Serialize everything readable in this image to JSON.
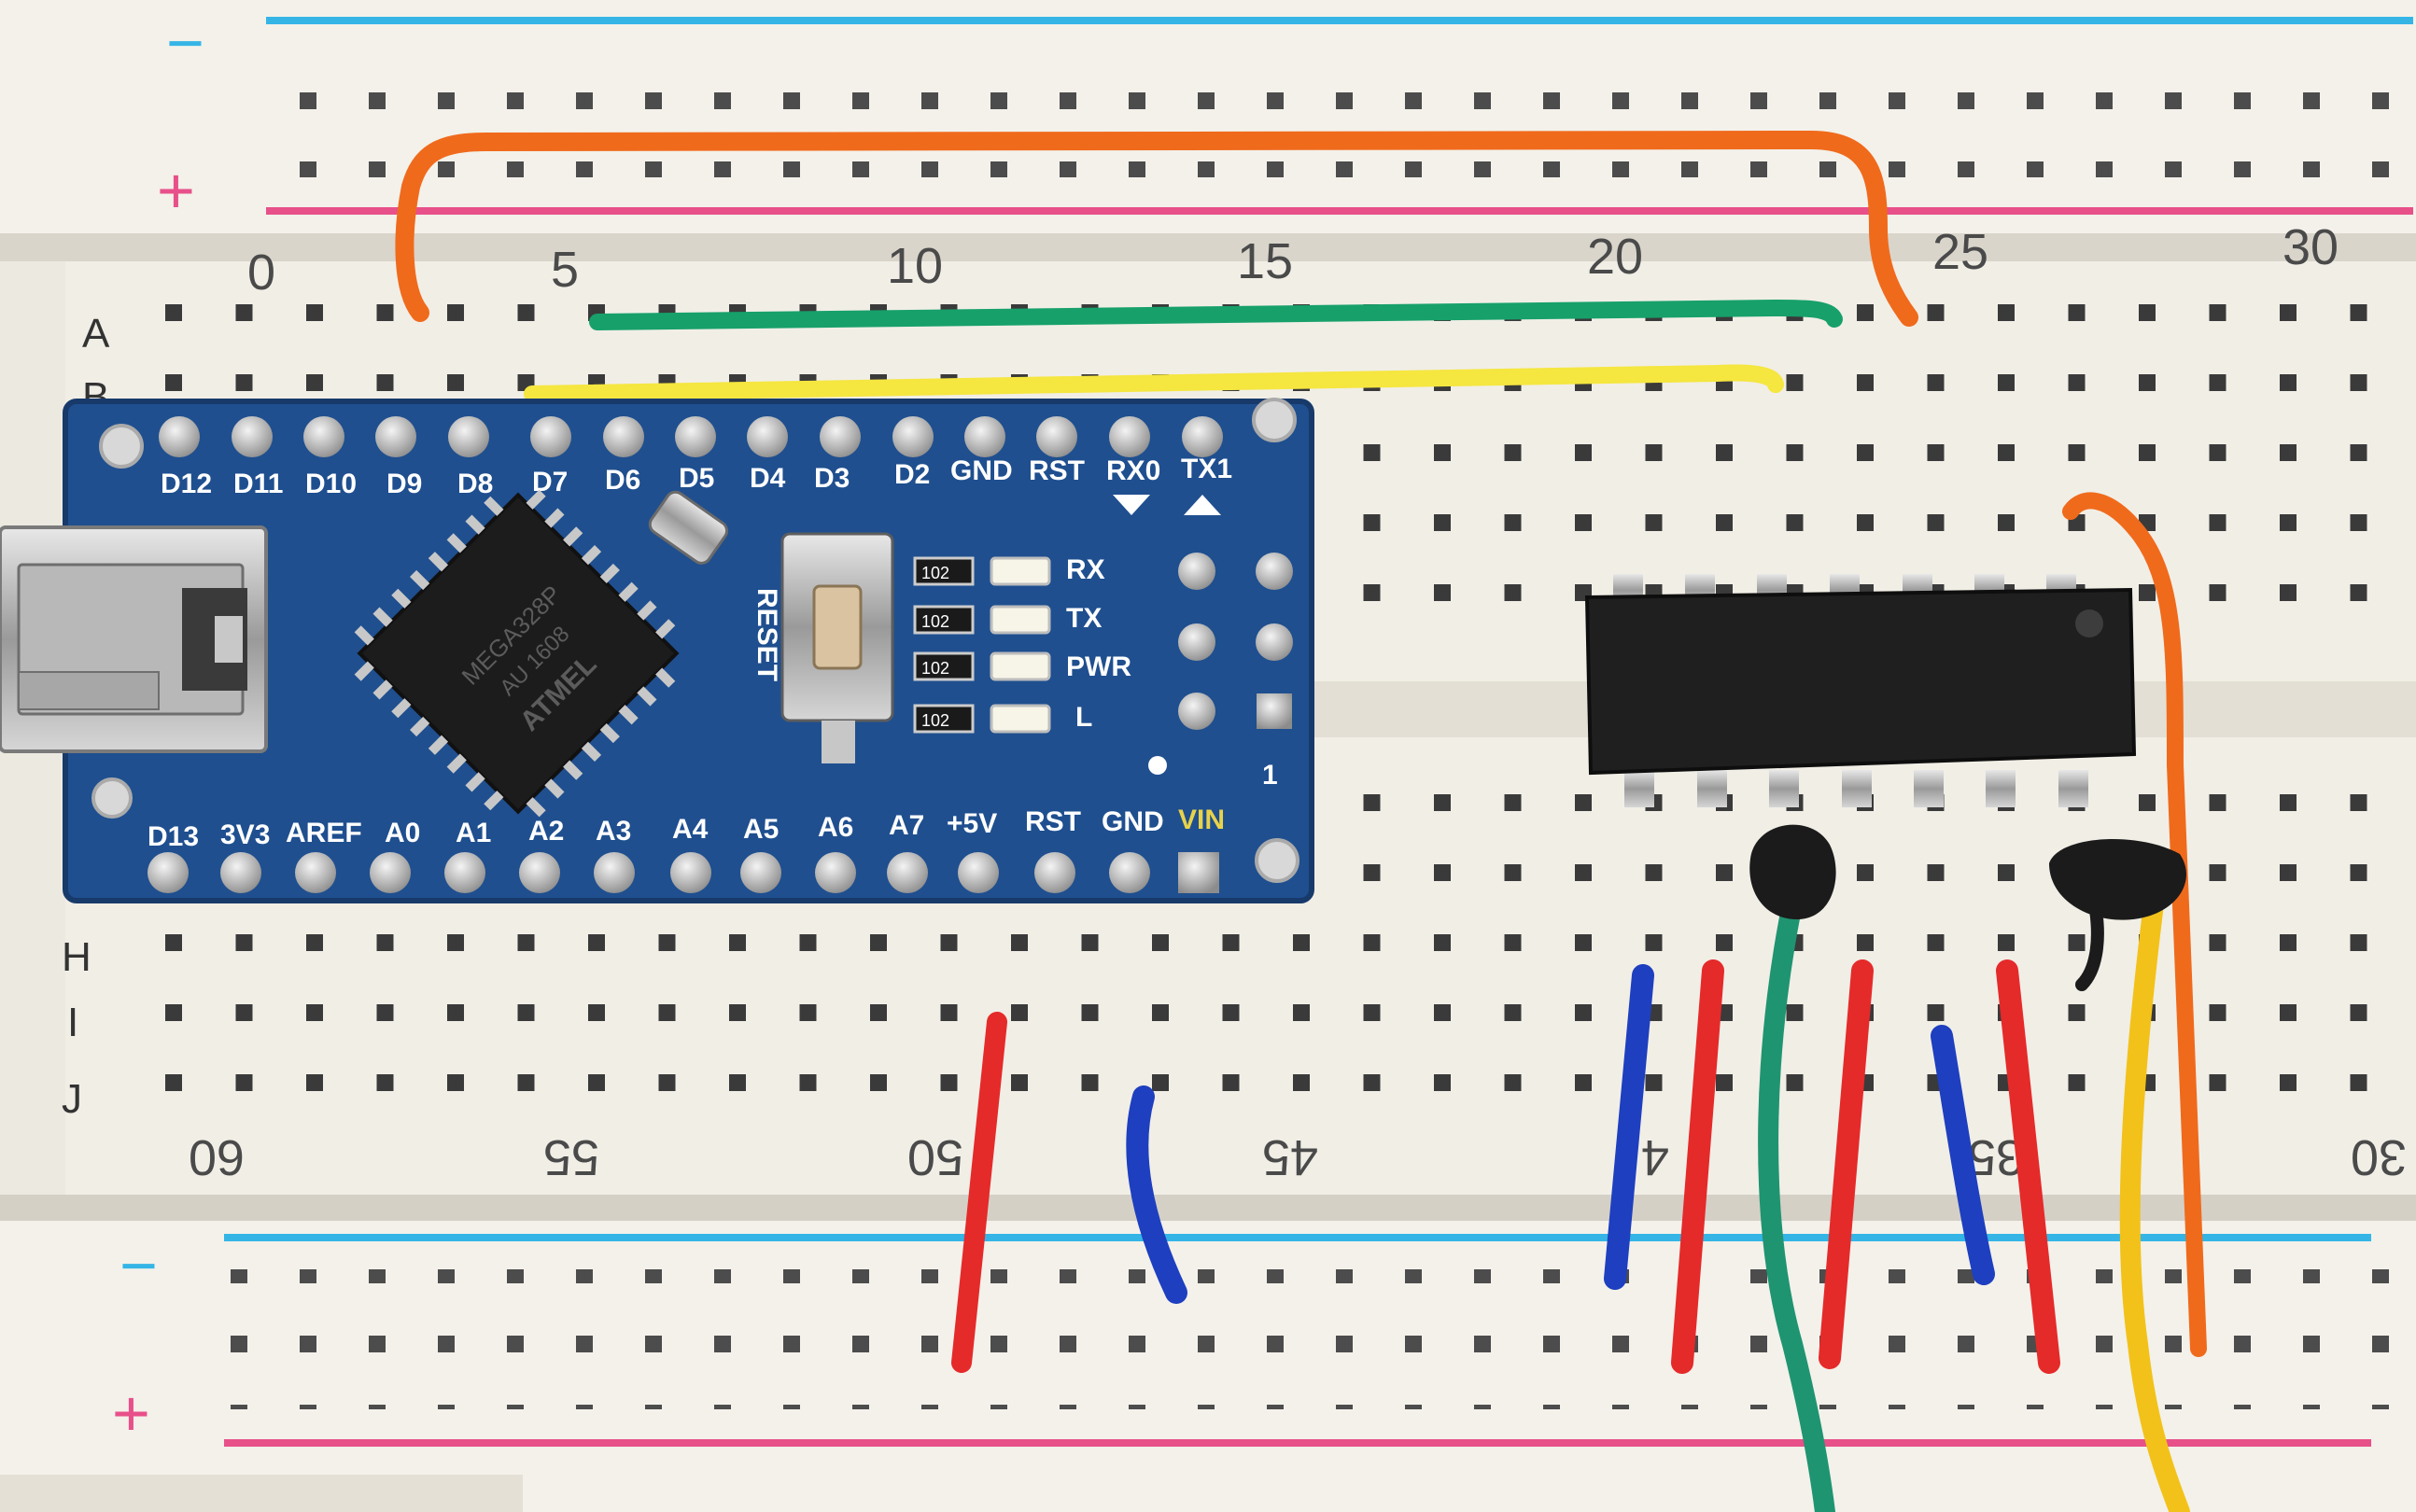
{
  "breadboard": {
    "top_rail": {
      "minus": "−",
      "plus": "+"
    },
    "bottom_rail": {
      "minus": "−",
      "plus": "+"
    },
    "top_numbers": [
      "0",
      "5",
      "10",
      "15",
      "20",
      "25",
      "30"
    ],
    "bottom_numbers": [
      "60",
      "55",
      "50",
      "45",
      "4",
      "35",
      "30"
    ],
    "row_letters": [
      "A",
      "B",
      "H",
      "I",
      "J"
    ]
  },
  "arduino": {
    "top_pins": [
      "D12",
      "D11",
      "D10",
      "D9",
      "D8",
      "D7",
      "D6",
      "D5",
      "D4",
      "D3",
      "D2",
      "GND",
      "RST",
      "RX0",
      "TX1"
    ],
    "bottom_pins": [
      "D13",
      "3V3",
      "AREF",
      "A0",
      "A1",
      "A2",
      "A3",
      "A4",
      "A5",
      "A6",
      "A7",
      "+5V",
      "RST",
      "GND",
      "VIN"
    ],
    "leds": [
      "RX",
      "TX",
      "PWR",
      "L"
    ],
    "resistor_code": "102",
    "reset_label": "RESET",
    "icsp_number": "1",
    "mcu": {
      "brand": "ATMEL",
      "model": "MEGA328P",
      "sub": "AU 1608"
    }
  },
  "colors": {
    "board": "#f2efe8",
    "pcb": "#1f4f8f",
    "rail_blue": "#35b5e6",
    "rail_red": "#e8508a",
    "wire_orange": "#f06a1c",
    "wire_green": "#17a06a",
    "wire_yellow": "#f5e640",
    "wire_red": "#e52a2a",
    "wire_blue": "#1e3fbf",
    "wire_teal": "#1f9470",
    "wire_gold": "#f2c21a"
  }
}
